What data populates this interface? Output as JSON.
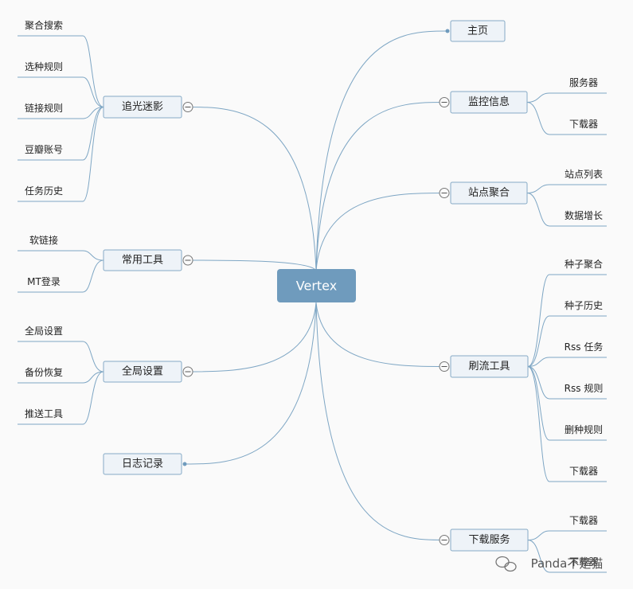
{
  "root": {
    "label": "Vertex"
  },
  "left": [
    {
      "label": "追光迷影",
      "collapsible": true,
      "children": [
        "聚合搜索",
        "选种规则",
        "链接规则",
        "豆瓣账号",
        "任务历史"
      ]
    },
    {
      "label": "常用工具",
      "collapsible": true,
      "children": [
        "软链接",
        "MT登录"
      ]
    },
    {
      "label": "全局设置",
      "collapsible": true,
      "children": [
        "全局设置",
        "备份恢复",
        "推送工具"
      ]
    },
    {
      "label": "日志记录",
      "collapsible": false,
      "children": []
    }
  ],
  "right": [
    {
      "label": "主页",
      "collapsible": false,
      "children": []
    },
    {
      "label": "监控信息",
      "collapsible": true,
      "children": [
        "服务器",
        "下载器"
      ]
    },
    {
      "label": "站点聚合",
      "collapsible": true,
      "children": [
        "站点列表",
        "数据增长"
      ]
    },
    {
      "label": "刷流工具",
      "collapsible": true,
      "children": [
        "种子聚合",
        "种子历史",
        "Rss 任务",
        "Rss 规则",
        "删种规则",
        "下载器"
      ]
    },
    {
      "label": "下载服务",
      "collapsible": true,
      "children": [
        "下载器",
        "下载器"
      ]
    }
  ],
  "watermark": {
    "text": "Panda不是猫",
    "icon": "wechat-icon"
  },
  "colors": {
    "root": "#6f9bbd",
    "line": "#7ea6c4",
    "branch_fill": "#eef3f8",
    "branch_stroke": "#86aac6"
  }
}
